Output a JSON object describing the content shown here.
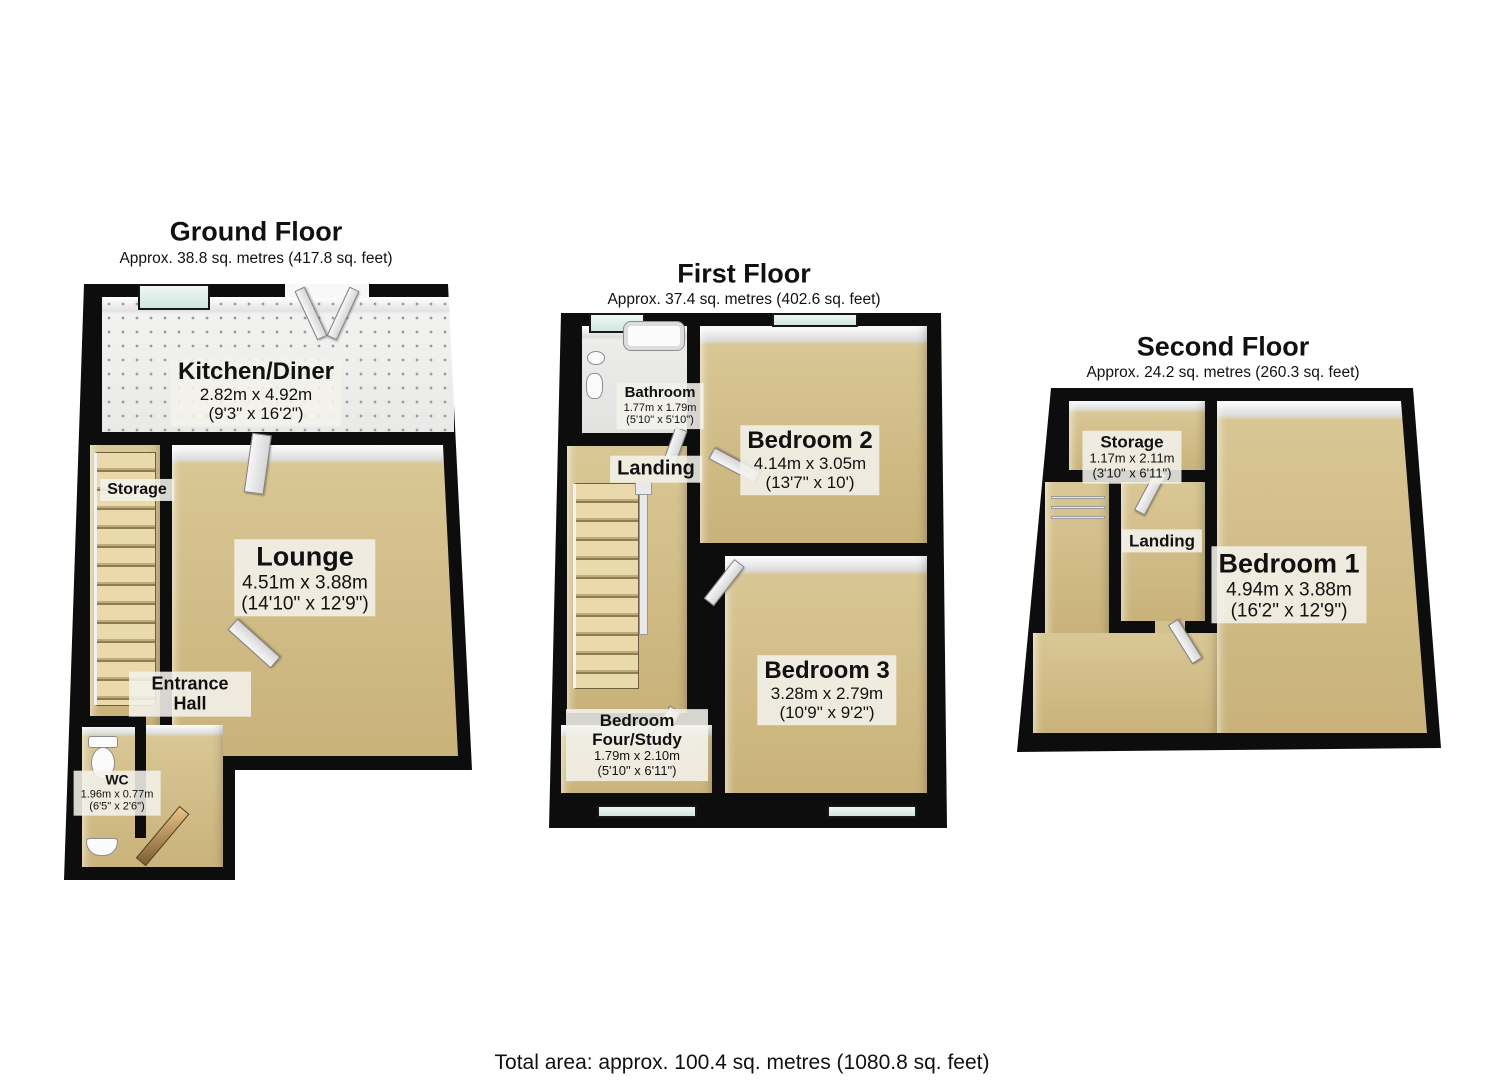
{
  "footer": {
    "total_area": "Total area: approx. 100.4 sq. metres (1080.8 sq. feet)"
  },
  "palette": {
    "wall": "#0d0d0d",
    "floor_carpet": "#cdb77f",
    "kitchen_tile": "#efefed",
    "window_glass": "#ddeee8",
    "label_background": "#f3f1ec",
    "door_leaf": "#e9e9e9",
    "stair_tread": "#e3d2a2"
  },
  "floors": [
    {
      "title": "Ground Floor",
      "subtitle": "Approx. 38.8 sq. metres (417.8 sq. feet)",
      "rooms": {
        "kitchen": {
          "name": "Kitchen/Diner",
          "metric": "2.82m x 4.92m",
          "imperial": "(9'3\" x 16'2\")"
        },
        "storage": {
          "name": "Storage"
        },
        "lounge": {
          "name": "Lounge",
          "metric": "4.51m x 3.88m",
          "imperial": "(14'10\" x 12'9\")"
        },
        "hall": {
          "name": "Entrance Hall"
        },
        "wc": {
          "name": "WC",
          "metric": "1.96m x 0.77m",
          "imperial": "(6'5\" x 2'6\")"
        }
      }
    },
    {
      "title": "First Floor",
      "subtitle": "Approx. 37.4 sq. metres (402.6 sq. feet)",
      "rooms": {
        "bathroom": {
          "name": "Bathroom",
          "metric": "1.77m x 1.79m",
          "imperial": "(5'10\" x 5'10\")"
        },
        "landing": {
          "name": "Landing"
        },
        "bedroom2": {
          "name": "Bedroom 2",
          "metric": "4.14m x 3.05m",
          "imperial": "(13'7\" x 10')"
        },
        "bedroom4": {
          "name": "Bedroom Four/Study",
          "metric": "1.79m x 2.10m",
          "imperial": "(5'10\" x 6'11\")"
        },
        "bedroom3": {
          "name": "Bedroom 3",
          "metric": "3.28m x 2.79m",
          "imperial": "(10'9\" x 9'2\")"
        }
      }
    },
    {
      "title": "Second Floor",
      "subtitle": "Approx. 24.2 sq. metres (260.3 sq. feet)",
      "rooms": {
        "storage": {
          "name": "Storage",
          "metric": "1.17m x 2.11m",
          "imperial": "(3'10\" x 6'11\")"
        },
        "landing": {
          "name": "Landing"
        },
        "bedroom1": {
          "name": "Bedroom 1",
          "metric": "4.94m x 3.88m",
          "imperial": "(16'2\" x 12'9\")"
        }
      }
    }
  ]
}
